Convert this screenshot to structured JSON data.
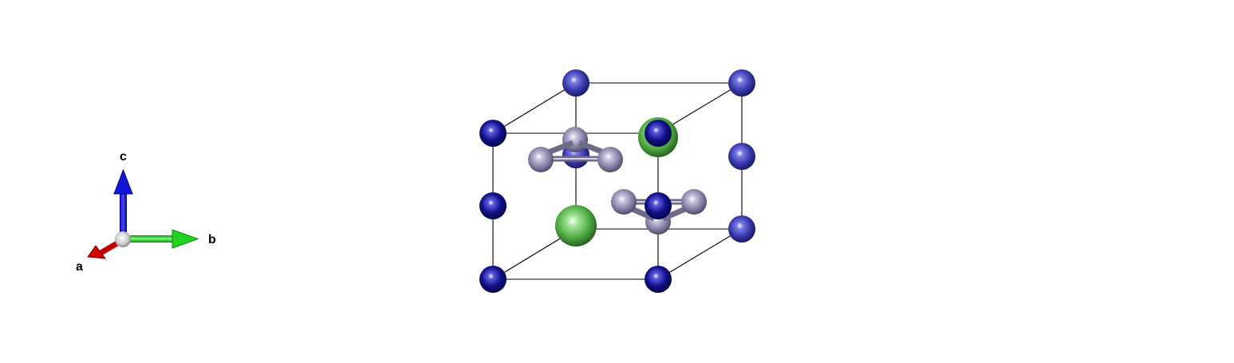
{
  "axes": {
    "a_label": "a",
    "b_label": "b",
    "c_label": "c"
  },
  "colors": {
    "axis_a": "#d40000",
    "axis_b": "#1fd01f",
    "axis_c": "#1010e0",
    "atom_blue": "#1a1aa0",
    "atom_purple": "#8f8aab",
    "atom_green": "#5fc050",
    "cell_edge": "#000000",
    "background": "#ffffff"
  }
}
